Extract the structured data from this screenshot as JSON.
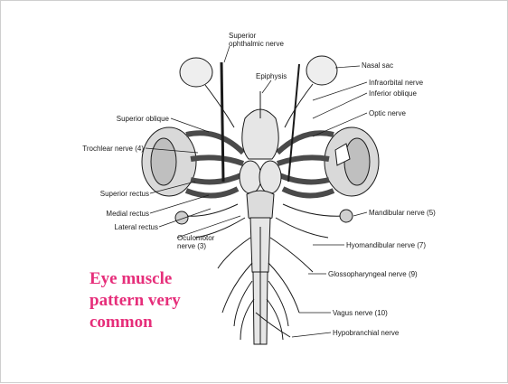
{
  "labels": {
    "superior_ophthalmic_nerve": "Superior ophthalmic nerve",
    "epiphysis": "Epiphysis",
    "nasal_sac": "Nasal sac",
    "infraorbital_nerve": "Infraorbital nerve",
    "inferior_oblique": "Inferior oblique",
    "optic_nerve": "Optic nerve",
    "superior_oblique": "Superior oblique",
    "trochlear_nerve": "Trochlear nerve (4)",
    "superior_rectus": "Superior rectus",
    "medial_rectus": "Medial rectus",
    "lateral_rectus": "Lateral rectus",
    "oculomotor_nerve": "Oculomotor nerve (3)",
    "mandibular_nerve": "Mandibular nerve (5)",
    "hyomandibular_nerve": "Hyomandibular nerve (7)",
    "glossopharyngeal_nerve": "Glossopharyngeal nerve (9)",
    "vagus_nerve": "Vagus nerve (10)",
    "hypobranchial_nerve": "Hypobranchial nerve"
  },
  "caption": "Eye muscle pattern very common",
  "colors": {
    "caption": "#e62e7a",
    "line": "#1a1a1a"
  }
}
